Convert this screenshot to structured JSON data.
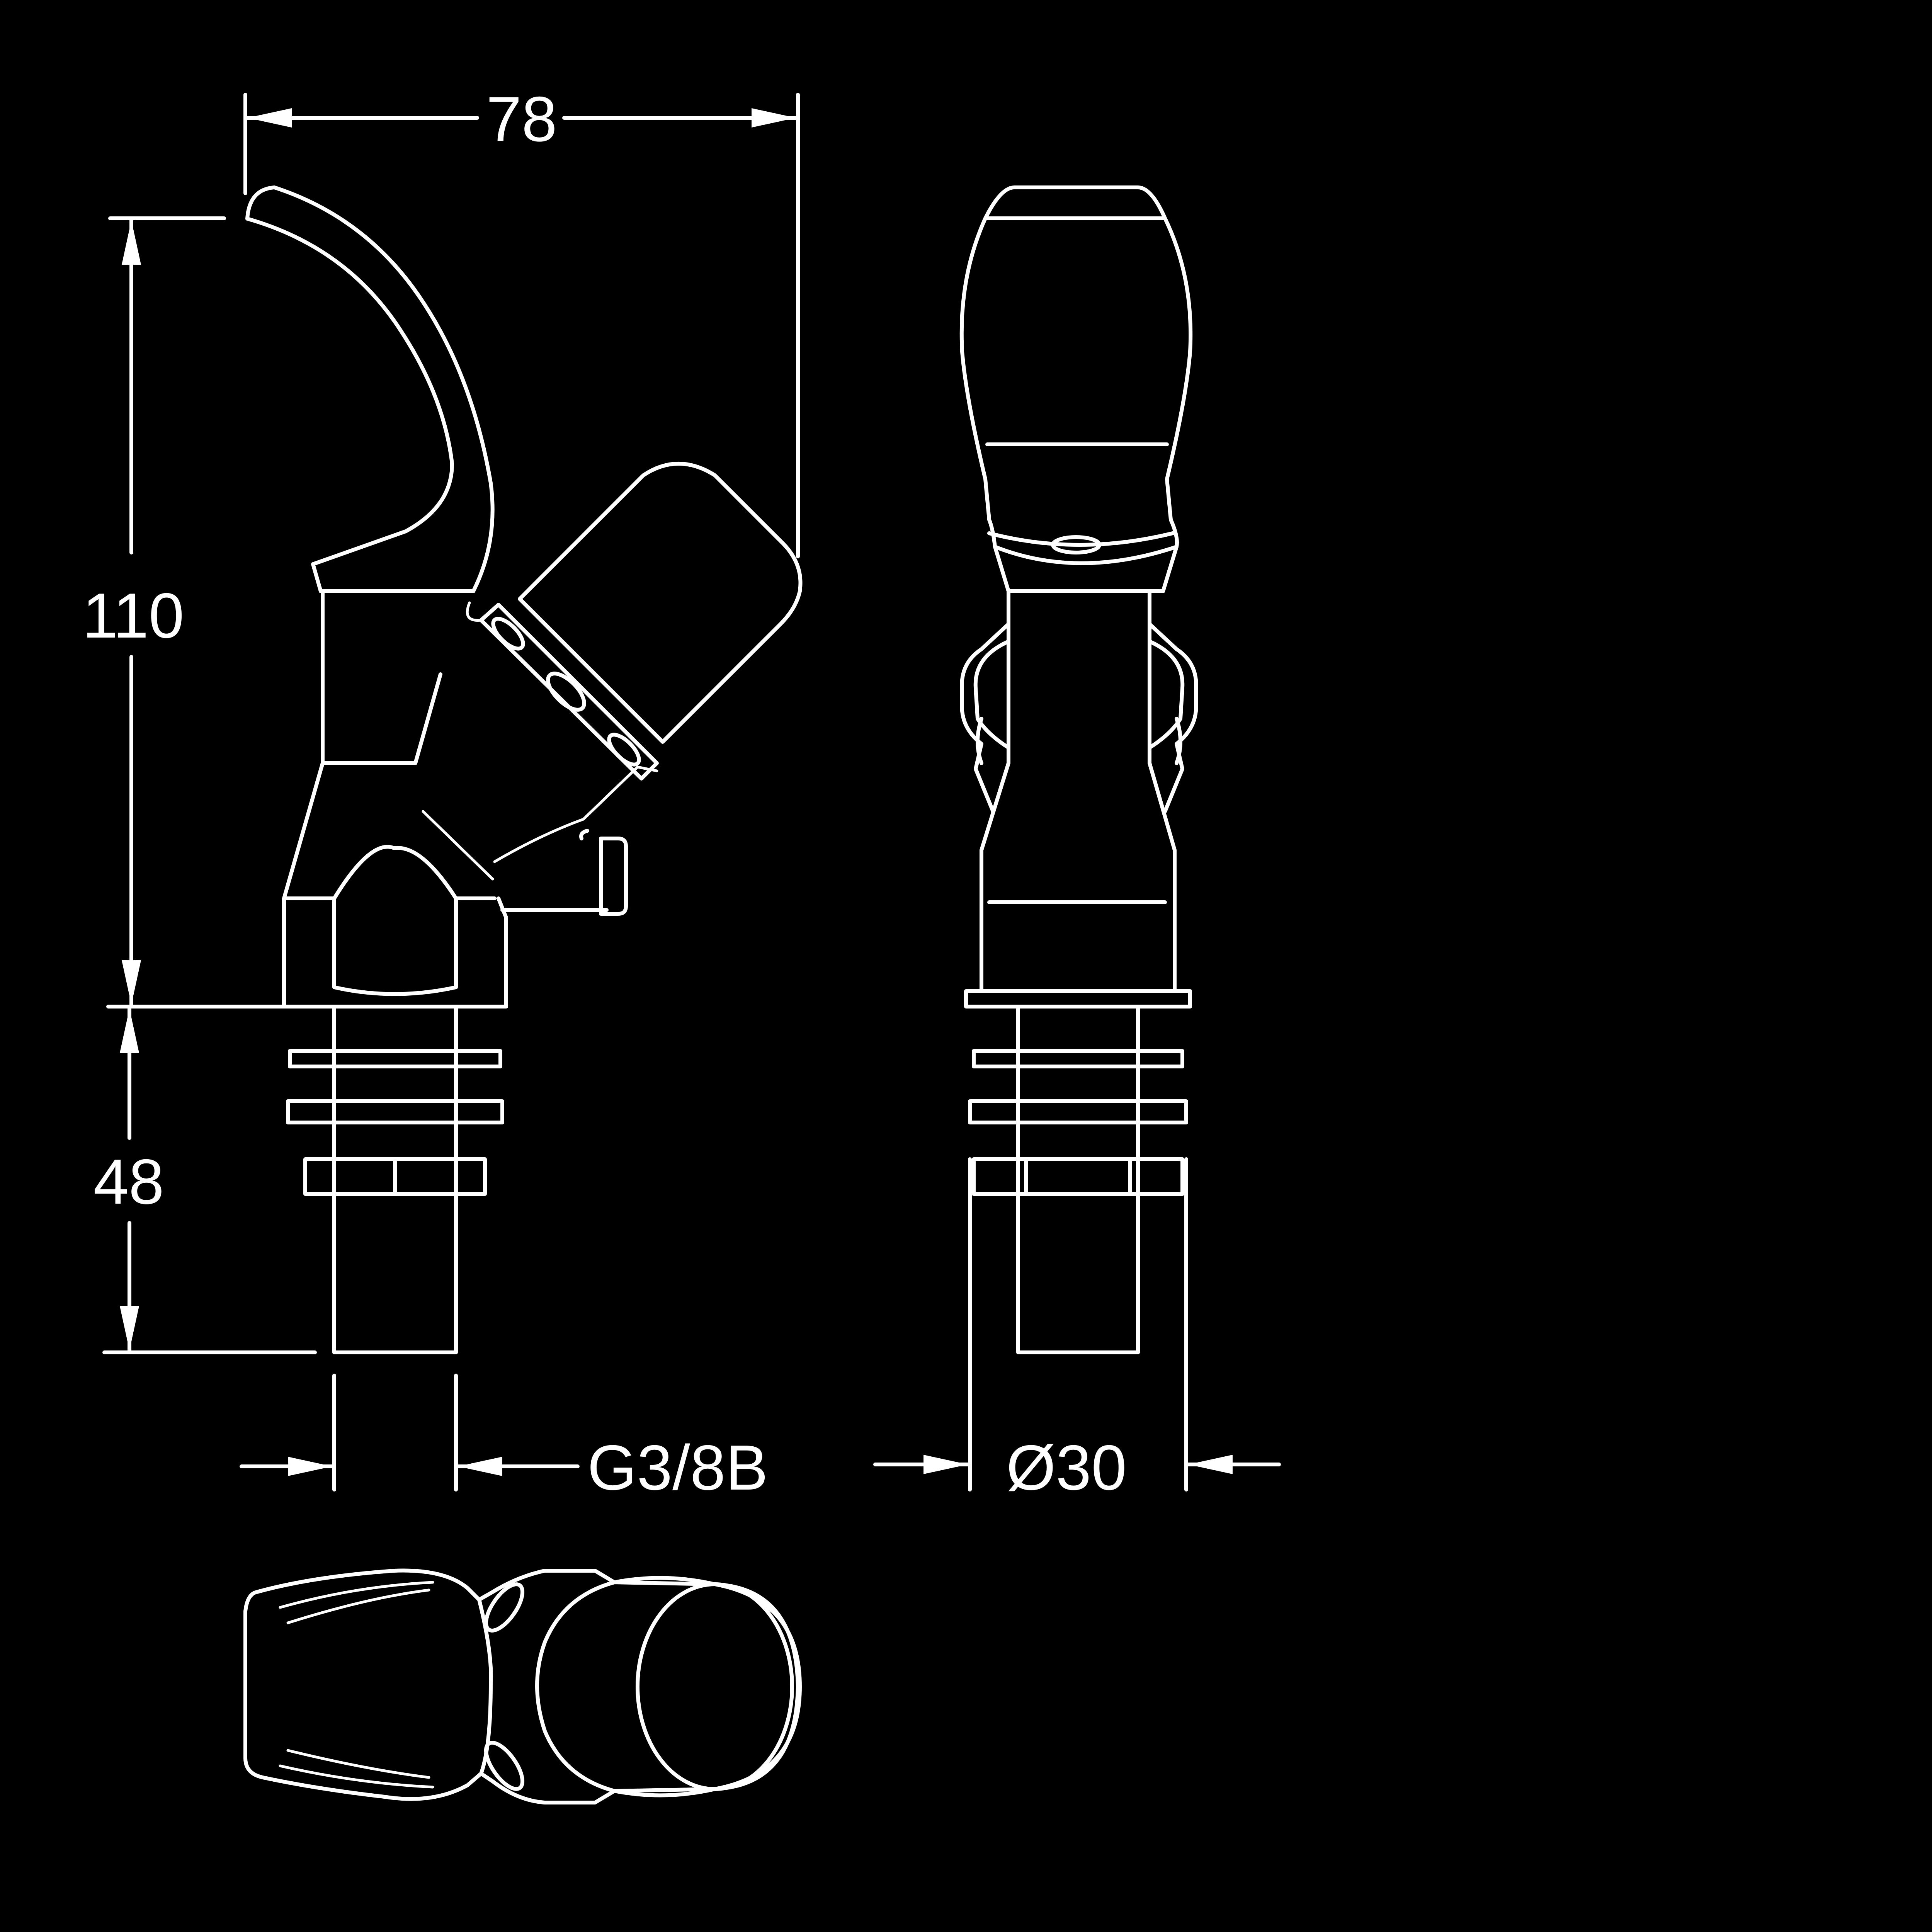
{
  "colors": {
    "background": "#000000",
    "line": "#ffffff"
  },
  "dimensions": {
    "width_top": "78",
    "height_main": "110",
    "height_shank": "48",
    "thread": "G3/8B",
    "diameter": "Ø30"
  }
}
